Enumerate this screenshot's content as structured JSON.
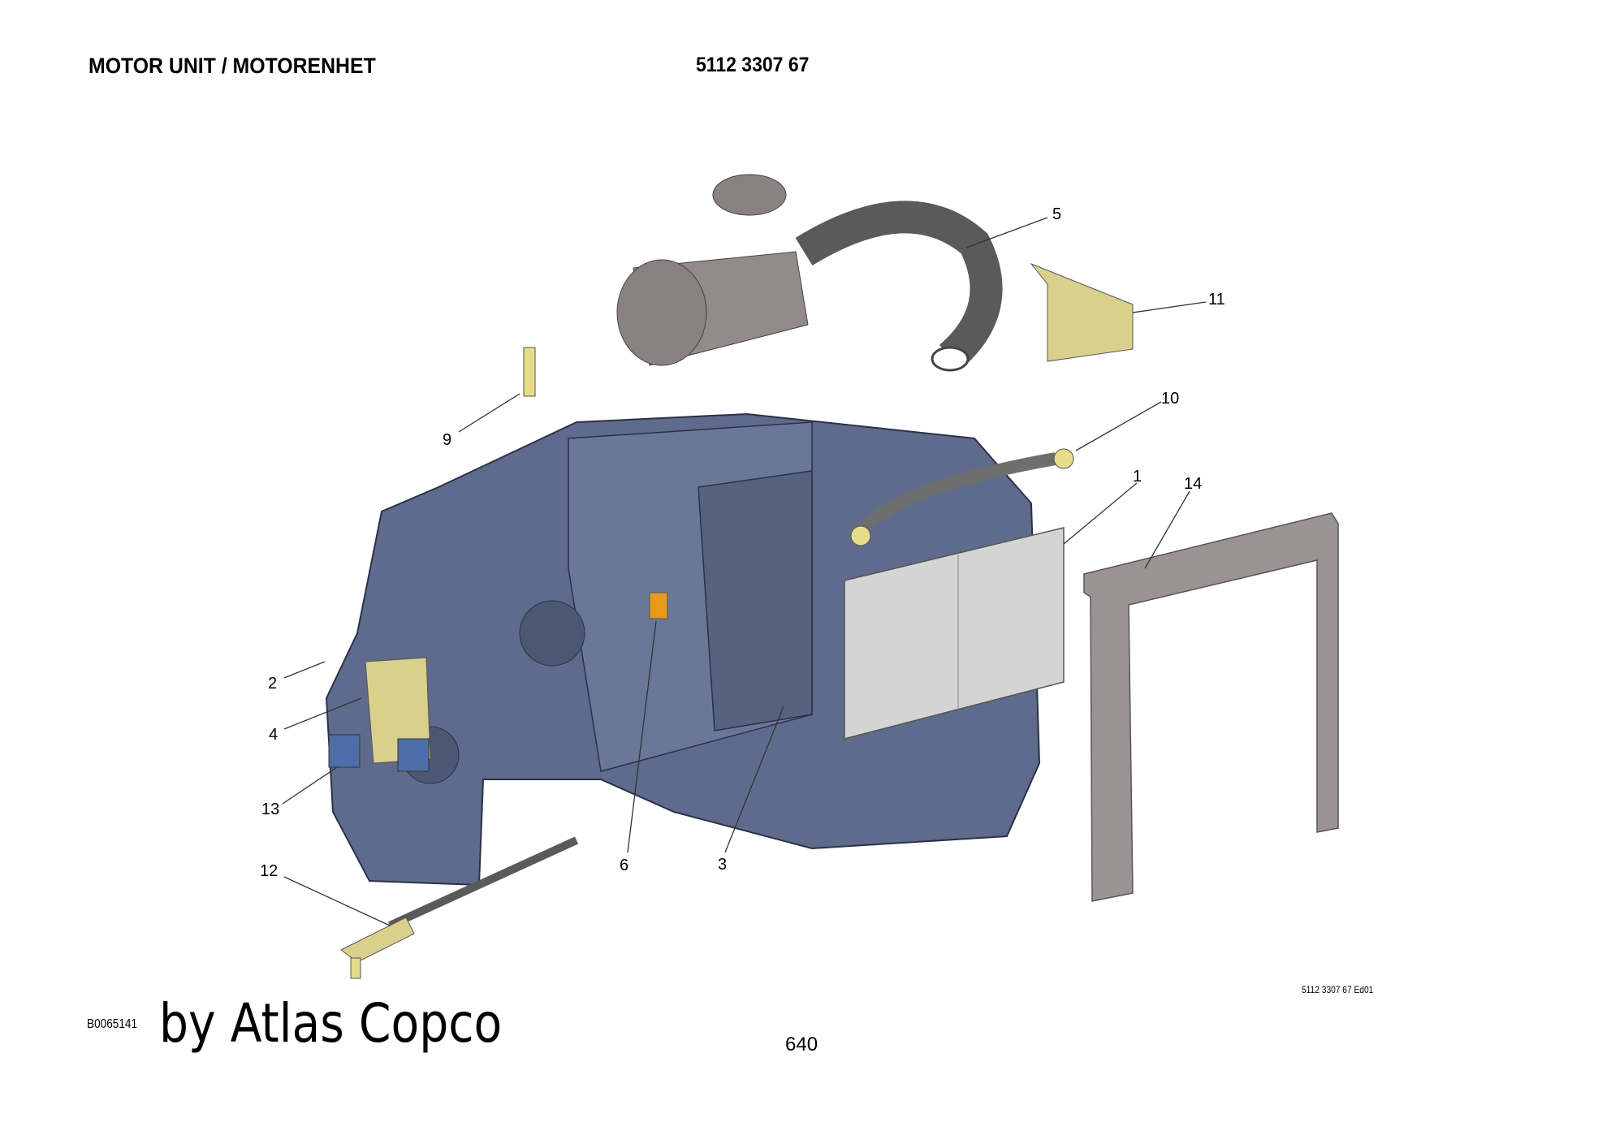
{
  "header": {
    "title": "MOTOR UNIT / MOTORENHET",
    "part_number": "5112 3307 67"
  },
  "footer": {
    "drawing_id": "B0065141",
    "brand_text": "by Atlas Copco",
    "page_number": "640",
    "edition": "5112 3307 67 Ed01"
  },
  "callouts": {
    "c1": "1",
    "c2": "2",
    "c3": "3",
    "c4": "4",
    "c5": "5",
    "c6": "6",
    "c9": "9",
    "c10": "10",
    "c11": "11",
    "c12": "12",
    "c13": "13",
    "c14": "14"
  },
  "colors": {
    "engine": "#5f6b8c",
    "bracket": "#d9d08c",
    "frame": "#9b9393",
    "radiator": "#d4d4d4",
    "hose": "#5a5a5a"
  }
}
